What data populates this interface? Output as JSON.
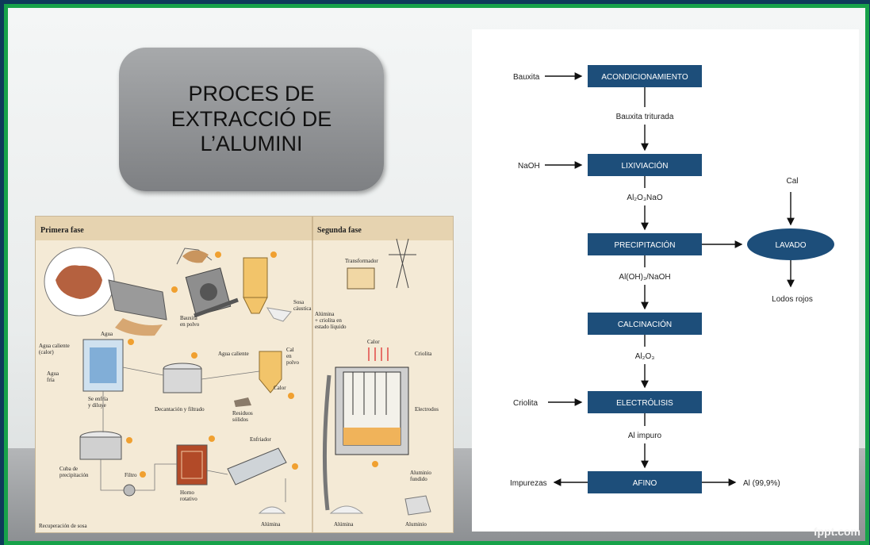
{
  "slide": {
    "title": "PROCES DE\nEXTRACCIÓ DE\nL’ALUMINI",
    "watermark": "fppt.com"
  },
  "left_diagram": {
    "phase1": "Primera fase",
    "phase2": "Segunda fase",
    "labels": {
      "bauxita_polvo": "Bauxita\nen polvo",
      "sosa_caustica": "Sosa\ncáustica",
      "agua": "Agua",
      "agua_caliente_calor": "Agua caliente\n(calor)",
      "agua_fria": "Agua\nfría",
      "agua_caliente": "Agua caliente",
      "cal_polvo": "Cal\nen\npolvo",
      "calor": "Calor",
      "se_enfria": "Se enfría\ny diluye",
      "decantacion": "Decantación y filtrado",
      "residuos": "Residuos\nsólidos",
      "cuba": "Cuba de\nprecipitación",
      "filtro": "Filtro",
      "horno": "Horno\nrotativo",
      "enfriador": "Enfriador",
      "recuperacion": "Recuperación de sosa",
      "alumina1": "Alúmina",
      "transformador": "Transformador",
      "alumina_criolita": "Alúmina\n+ criolita en\nestado líquido",
      "calor2": "Calor",
      "criolita": "Criolita",
      "electrodos": "Electrodos",
      "aluminio_fundido": "Aluminio\nfundido",
      "alumina2": "Alúmina",
      "aluminio": "Aluminio"
    }
  },
  "flowchart": {
    "steps": [
      "ACONDICIONAMIENTO",
      "LIXIVIACIÓN",
      "PRECIPITACIÓN",
      "CALCINACIÓN",
      "ELECTRÓLISIS",
      "AFINO"
    ],
    "intermediates": [
      "Bauxita triturada",
      "Al₂O₃NaO",
      "Al(OH)₃/NaOH",
      "Al₂O₃",
      "Al impuro"
    ],
    "inputs": {
      "bauxita": "Bauxita",
      "naoh": "NaOH",
      "criolita": "Criolita",
      "cal": "Cal"
    },
    "lavado": "LAVADO",
    "lodos": "Lodos rojos",
    "impurezas": "Impurezas",
    "output": "Al (99,9%)",
    "box_color": "#1d4e7a"
  }
}
